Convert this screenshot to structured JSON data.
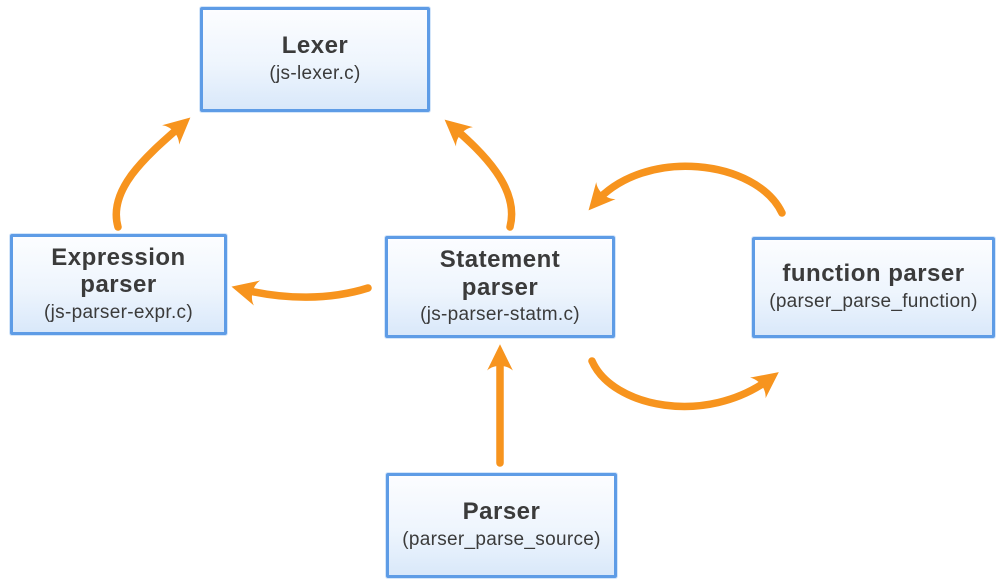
{
  "diagram": {
    "colors": {
      "arrow": "#F7941E",
      "box_border": "#5E9CE6",
      "box_fill_top": "#fcfdff",
      "box_fill_bottom": "#d9e8fa",
      "text": "#3b3b3b"
    },
    "nodes": {
      "lexer": {
        "title": "Lexer",
        "subtitle": "(js-lexer.c)"
      },
      "expression_parser": {
        "title": "Expression\nparser",
        "subtitle": "(js-parser-expr.c)"
      },
      "statement_parser": {
        "title": "Statement\nparser",
        "subtitle": "(js-parser-statm.c)"
      },
      "function_parser": {
        "title": "function parser",
        "subtitle": "(parser_parse_function)"
      },
      "parser": {
        "title": "Parser",
        "subtitle": "(parser_parse_source)"
      }
    },
    "edges": [
      {
        "from": "expression_parser",
        "to": "lexer"
      },
      {
        "from": "statement_parser",
        "to": "lexer"
      },
      {
        "from": "statement_parser",
        "to": "expression_parser"
      },
      {
        "from": "function_parser",
        "to": "statement_parser"
      },
      {
        "from": "statement_parser",
        "to": "function_parser"
      },
      {
        "from": "parser",
        "to": "statement_parser"
      }
    ]
  }
}
